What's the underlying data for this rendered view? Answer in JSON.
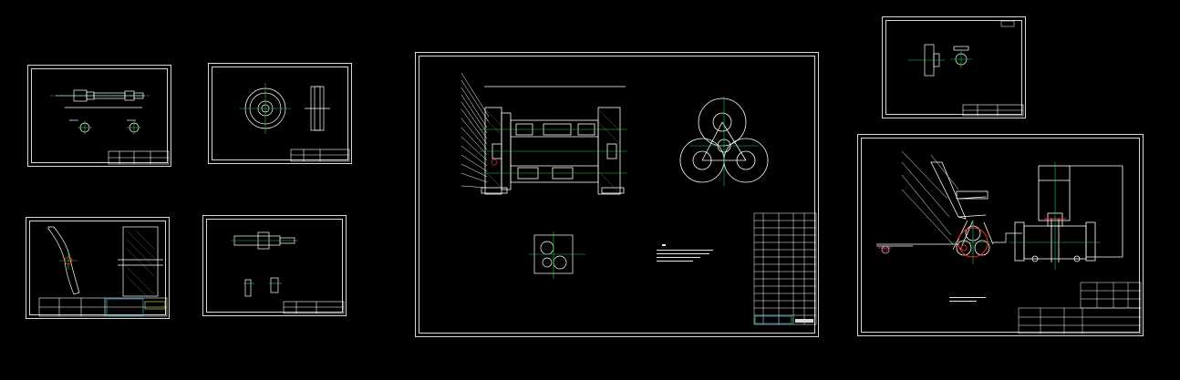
{
  "canvas": {
    "background": "#000000"
  },
  "colors": {
    "line": "#ffffff",
    "dim": "#d8d8d8",
    "center": "#22c84a",
    "cyan": "#3ad2ff",
    "red": "#ff2a2a",
    "yellow": "#f2e640",
    "magenta": "#ff40ff"
  },
  "sheets": [
    {
      "id": "sheet-shaft",
      "kind": "shaft-detail"
    },
    {
      "id": "sheet-pulley",
      "kind": "pulley-detail"
    },
    {
      "id": "sheet-link",
      "kind": "link-detail"
    },
    {
      "id": "sheet-bracket",
      "kind": "bracket-detail"
    },
    {
      "id": "sheet-assembly",
      "kind": "gearbox-assembly"
    },
    {
      "id": "sheet-small-part",
      "kind": "small-part"
    },
    {
      "id": "sheet-mechanism",
      "kind": "stair-climbing-mechanism"
    }
  ]
}
